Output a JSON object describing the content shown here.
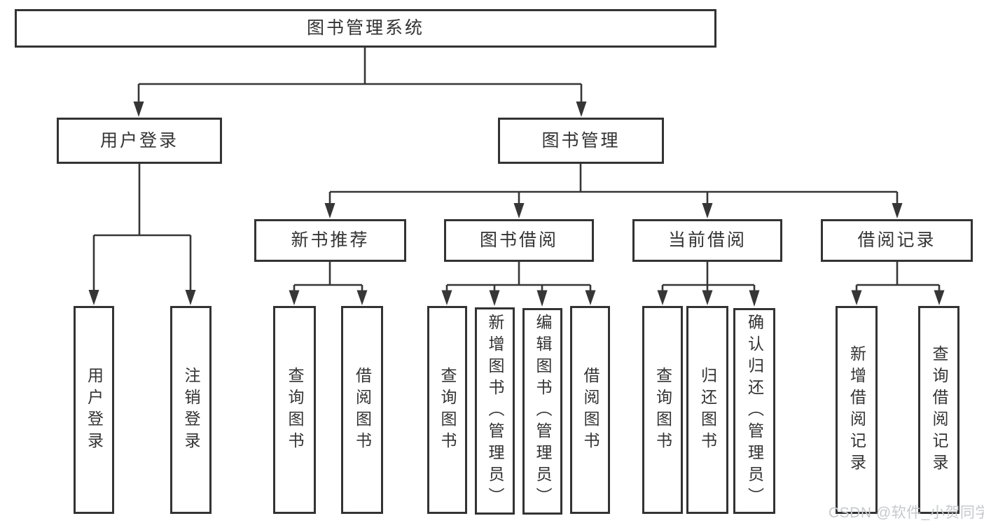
{
  "diagram": {
    "type": "hierarchy-tree",
    "title": "图书管理系统"
  },
  "nodes": {
    "root": {
      "label": "图书管理系统"
    },
    "user_login": {
      "label": "用户登录"
    },
    "book_mgmt": {
      "label": "图书管理"
    },
    "new_book_rec": {
      "label": "新书推荐"
    },
    "book_borrow": {
      "label": "图书借阅"
    },
    "current_borrow": {
      "label": "当前借阅"
    },
    "borrow_records": {
      "label": "借阅记录"
    },
    "user_login_leaf": {
      "label": "用户登录"
    },
    "logout_leaf": {
      "label": "注销登录"
    },
    "rec_query_book": {
      "label": "查询图书"
    },
    "rec_borrow_book": {
      "label": "借阅图书"
    },
    "bb_query_book": {
      "label": "查询图书"
    },
    "bb_add_book": {
      "label": "新增图书（管理员）"
    },
    "bb_edit_book": {
      "label": "编辑图书（管理员）"
    },
    "bb_borrow_book": {
      "label": "借阅图书"
    },
    "cb_query_book": {
      "label": "查询图书"
    },
    "cb_return_book": {
      "label": "归还图书"
    },
    "cb_confirm_return": {
      "label": "确认归还（管理员）"
    },
    "br_add_record": {
      "label": "新增借阅记录"
    },
    "br_query_record": {
      "label": "查询借阅记录"
    }
  },
  "hierarchy": {
    "图书管理系统": {
      "用户登录": [
        "用户登录",
        "注销登录"
      ],
      "图书管理": {
        "新书推荐": [
          "查询图书",
          "借阅图书"
        ],
        "图书借阅": [
          "查询图书",
          "新增图书（管理员）",
          "编辑图书（管理员）",
          "借阅图书"
        ],
        "当前借阅": [
          "查询图书",
          "归还图书",
          "确认归还（管理员）"
        ],
        "借阅记录": [
          "新增借阅记录",
          "查询借阅记录"
        ]
      }
    }
  },
  "watermark": {
    "text": "CSDN @软件_小贺同学"
  },
  "colors": {
    "line": "#363636",
    "box_border": "#333333",
    "text": "#333333",
    "background": "#ffffff",
    "watermark": "#c6c9cd"
  }
}
